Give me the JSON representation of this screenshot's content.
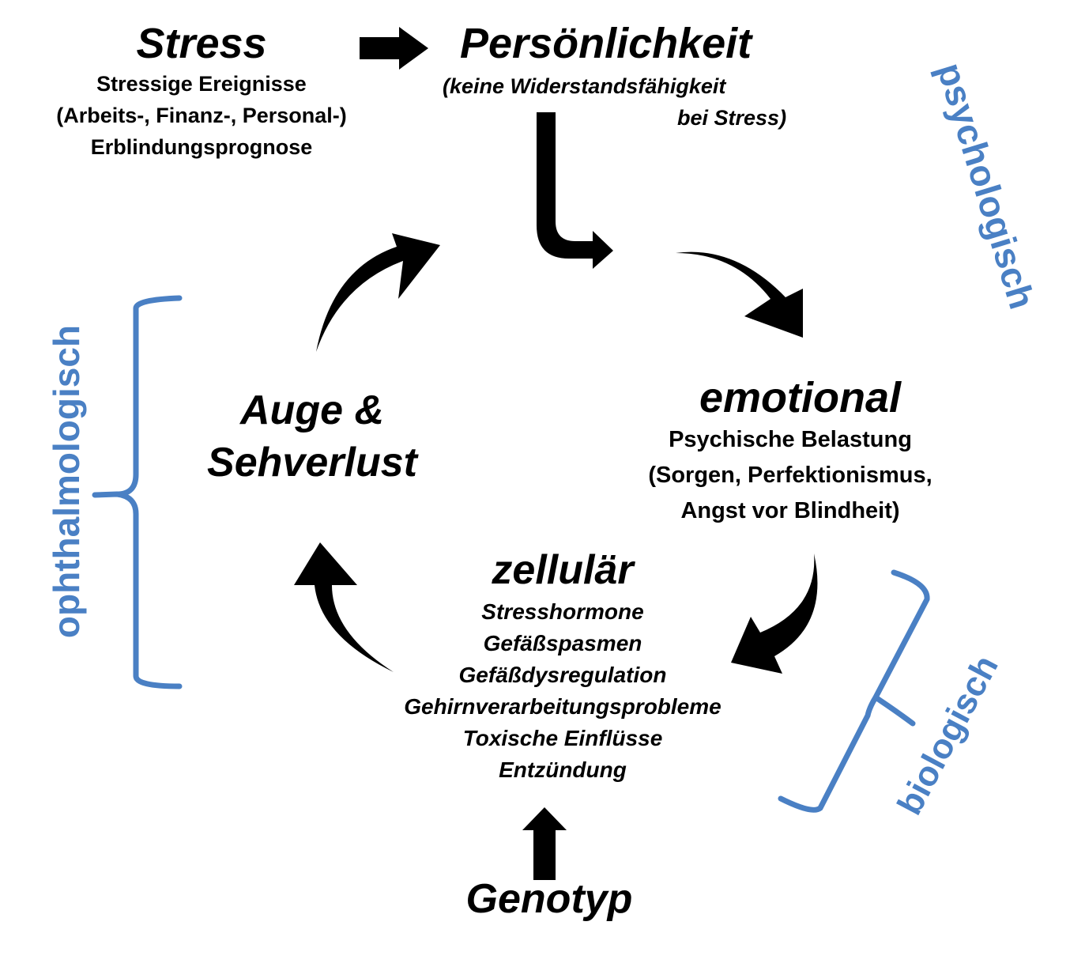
{
  "colors": {
    "text": "#000000",
    "bracket": "#4a80c4",
    "arrow": "#000000"
  },
  "stress": {
    "title": "Stress",
    "lines": [
      "Stressige Ereignisse",
      "(Arbeits-, Finanz-, Personal-)",
      "Erblindungsprognose"
    ]
  },
  "personality": {
    "title": "Persönlichkeit",
    "line1": "(keine Widerstandsfähigkeit",
    "line2": "bei Stress)"
  },
  "emotional": {
    "title": "emotional",
    "lines": [
      "Psychische Belastung",
      "(Sorgen, Perfektionismus,",
      "Angst vor Blindheit)"
    ]
  },
  "cellular": {
    "title": "zellulär",
    "lines": [
      "Stresshormone",
      "Gefäßspasmen",
      "Gefäßdysregulation",
      "Gehirnverarbeitungsprobleme",
      "Toxische Einflüsse",
      "Entzündung"
    ]
  },
  "eye": {
    "line1": "Auge &",
    "line2": "Sehverlust"
  },
  "genotype": {
    "title": "Genotyp"
  },
  "categories": {
    "psychological": "psychologisch",
    "ophthalmological": "ophthalmologisch",
    "biological": "biologisch"
  }
}
